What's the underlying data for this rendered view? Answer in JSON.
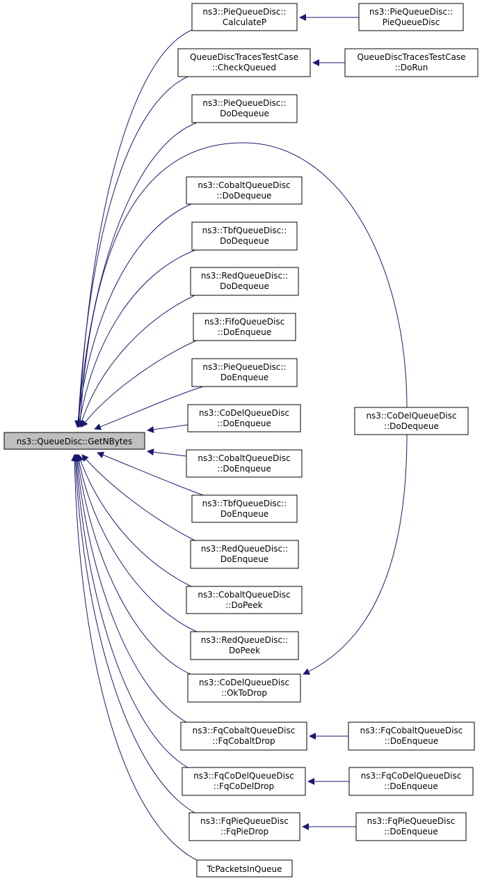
{
  "colors": {
    "edge": "#191970",
    "node_fill": "#ffffff",
    "root_fill": "#bfbfbf",
    "border": "#000000"
  },
  "root": {
    "lines": [
      "ns3::QueueDisc::GetNBytes"
    ]
  },
  "callers": [
    {
      "lines": [
        "ns3::PieQueueDisc::",
        "CalculateP"
      ]
    },
    {
      "lines": [
        "QueueDiscTracesTestCase",
        "::CheckQueued"
      ]
    },
    {
      "lines": [
        "ns3::PieQueueDisc::",
        "DoDequeue"
      ]
    },
    {
      "lines": [
        "ns3::CobaltQueueDisc",
        "::DoDequeue"
      ]
    },
    {
      "lines": [
        "ns3::TbfQueueDisc::",
        "DoDequeue"
      ]
    },
    {
      "lines": [
        "ns3::RedQueueDisc::",
        "DoDequeue"
      ]
    },
    {
      "lines": [
        "ns3::FifoQueueDisc",
        "::DoEnqueue"
      ]
    },
    {
      "lines": [
        "ns3::PieQueueDisc::",
        "DoEnqueue"
      ]
    },
    {
      "lines": [
        "ns3::CoDelQueueDisc",
        "::DoEnqueue"
      ]
    },
    {
      "lines": [
        "ns3::CobaltQueueDisc",
        "::DoEnqueue"
      ]
    },
    {
      "lines": [
        "ns3::TbfQueueDisc::",
        "DoEnqueue"
      ]
    },
    {
      "lines": [
        "ns3::RedQueueDisc::",
        "DoEnqueue"
      ]
    },
    {
      "lines": [
        "ns3::CobaltQueueDisc",
        "::DoPeek"
      ]
    },
    {
      "lines": [
        "ns3::RedQueueDisc::",
        "DoPeek"
      ]
    },
    {
      "lines": [
        "ns3::CoDelQueueDisc",
        "::OkToDrop"
      ]
    },
    {
      "lines": [
        "ns3::FqCobaltQueueDisc",
        "::FqCobaltDrop"
      ]
    },
    {
      "lines": [
        "ns3::FqCoDelQueueDisc",
        "::FqCoDelDrop"
      ]
    },
    {
      "lines": [
        "ns3::FqPieQueueDisc",
        "::FqPieDrop"
      ]
    },
    {
      "lines": [
        "TcPacketsInQueue"
      ]
    }
  ],
  "second_level": [
    {
      "lines": [
        "ns3::PieQueueDisc::",
        "PieQueueDisc"
      ]
    },
    {
      "lines": [
        "QueueDiscTracesTestCase",
        "::DoRun"
      ]
    },
    {
      "lines": [
        "ns3::CoDelQueueDisc",
        "::DoDequeue"
      ]
    },
    {
      "lines": [
        "ns3::FqCobaltQueueDisc",
        "::DoEnqueue"
      ]
    },
    {
      "lines": [
        "ns3::FqCoDelQueueDisc",
        "::DoEnqueue"
      ]
    },
    {
      "lines": [
        "ns3::FqPieQueueDisc",
        "::DoEnqueue"
      ]
    }
  ]
}
